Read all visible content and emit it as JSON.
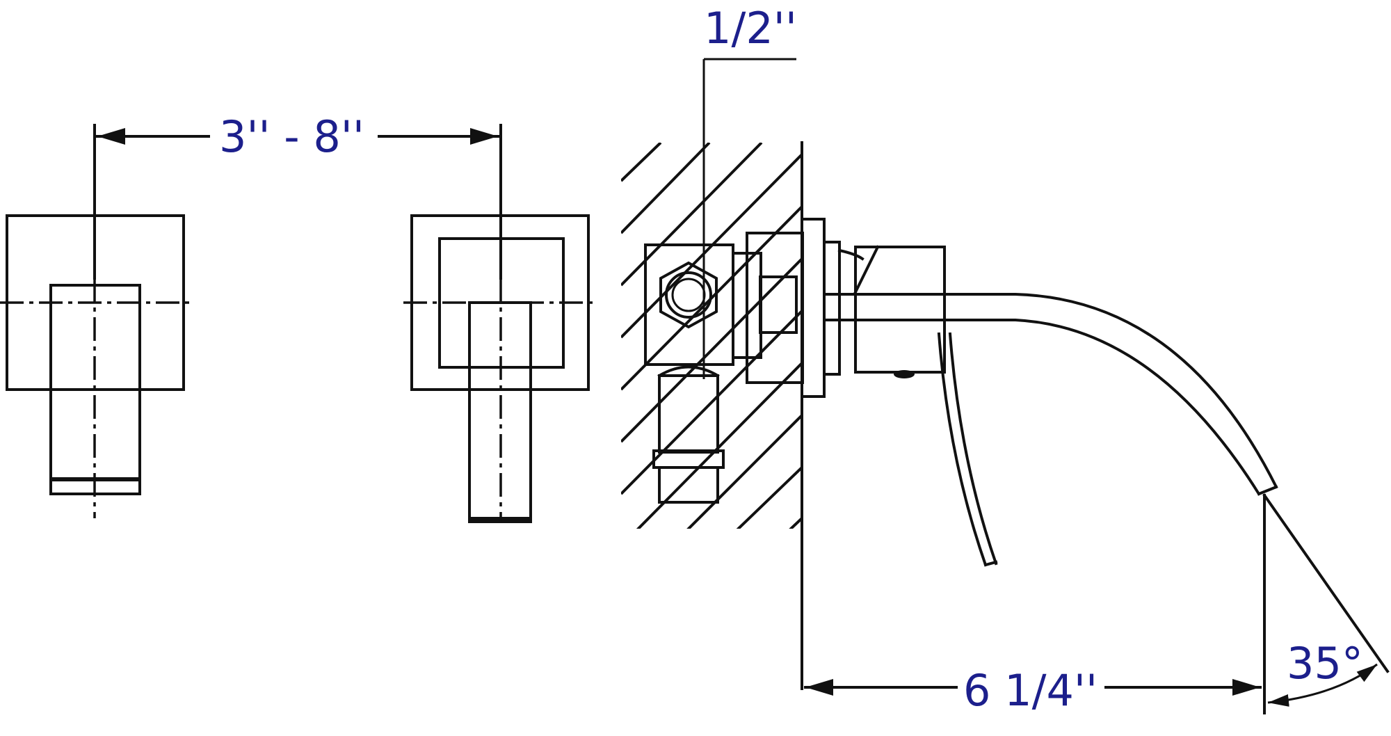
{
  "diagram": {
    "title": "Wall-mounted faucet dimension drawing",
    "colors": {
      "line": "#111111",
      "dimension_text": "#1c1f8c",
      "background": "#ffffff"
    },
    "dimensions": {
      "handle_spread": "3'' - 8''",
      "pipe_connection": "1/2''",
      "spout_reach": "6 1/4''",
      "spout_angle": "35°"
    },
    "views": [
      {
        "name": "left-handle-front-view"
      },
      {
        "name": "right-handle-front-view"
      },
      {
        "name": "side-section-view"
      }
    ]
  }
}
